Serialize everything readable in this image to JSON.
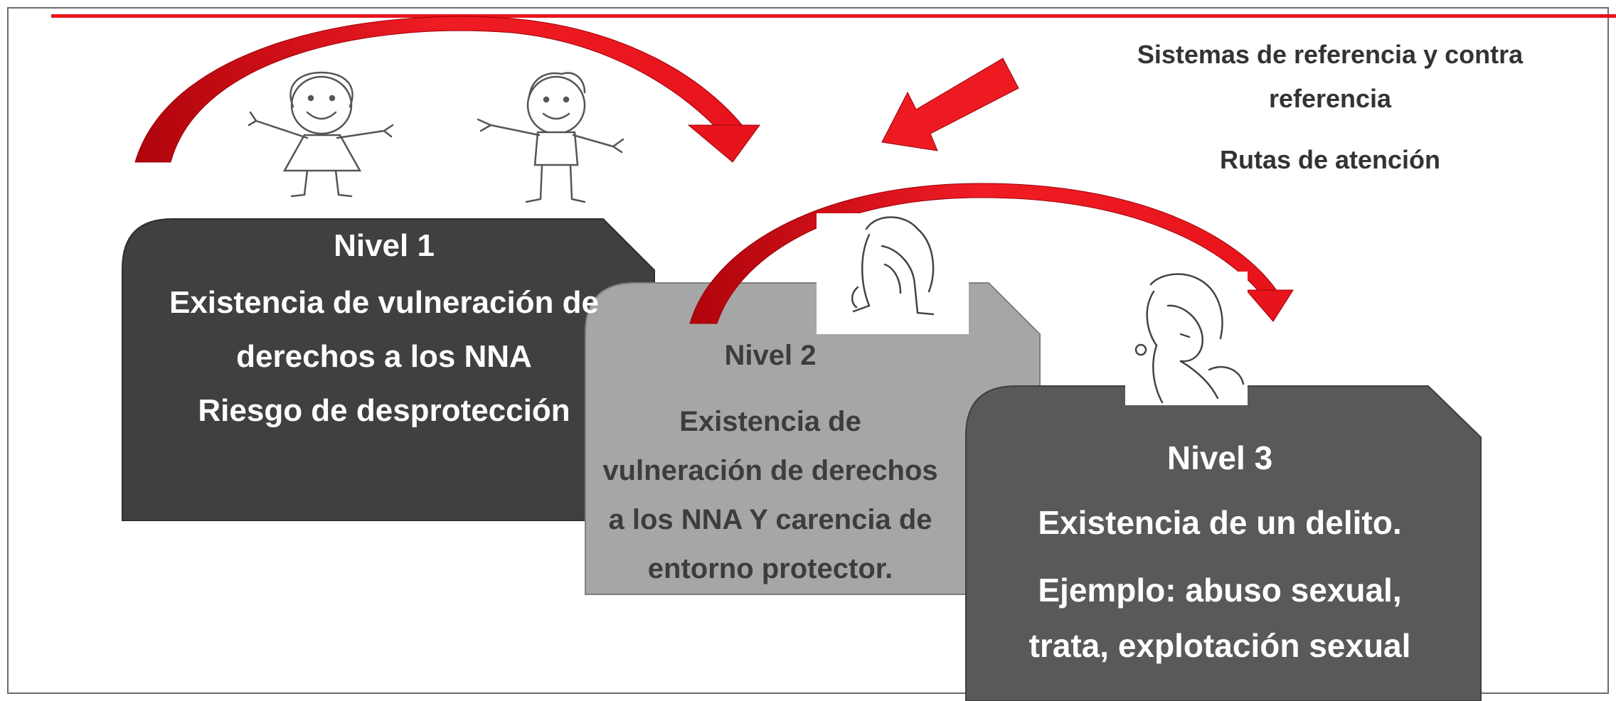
{
  "side": {
    "references": "Sistemas de referencia y contra referencia",
    "routes": "Rutas de atención"
  },
  "levels": [
    {
      "title": "Nivel 1",
      "lines": [
        "Existencia de vulneración de",
        "derechos a los NNA",
        "Riesgo de desprotección"
      ]
    },
    {
      "title": "Nivel 2",
      "lines": [
        "Existencia de",
        "vulneración de derechos",
        "a los NNA Y carencia de",
        "entorno protector."
      ]
    },
    {
      "title": "Nivel 3",
      "lines": [
        "Existencia de un delito.",
        "Ejemplo: abuso sexual,",
        "trata, explotación sexual"
      ]
    }
  ],
  "illustrations": [
    "girl-drawing-icon",
    "boy-drawing-icon",
    "crouching-child-drawing-icon",
    "sad-girl-drawing-icon"
  ],
  "colors": {
    "accent_red": "#e8141c",
    "level1_box": "#404040",
    "level2_box": "#a6a6a6",
    "level3_box": "#595959",
    "text_dark": "#333333"
  }
}
